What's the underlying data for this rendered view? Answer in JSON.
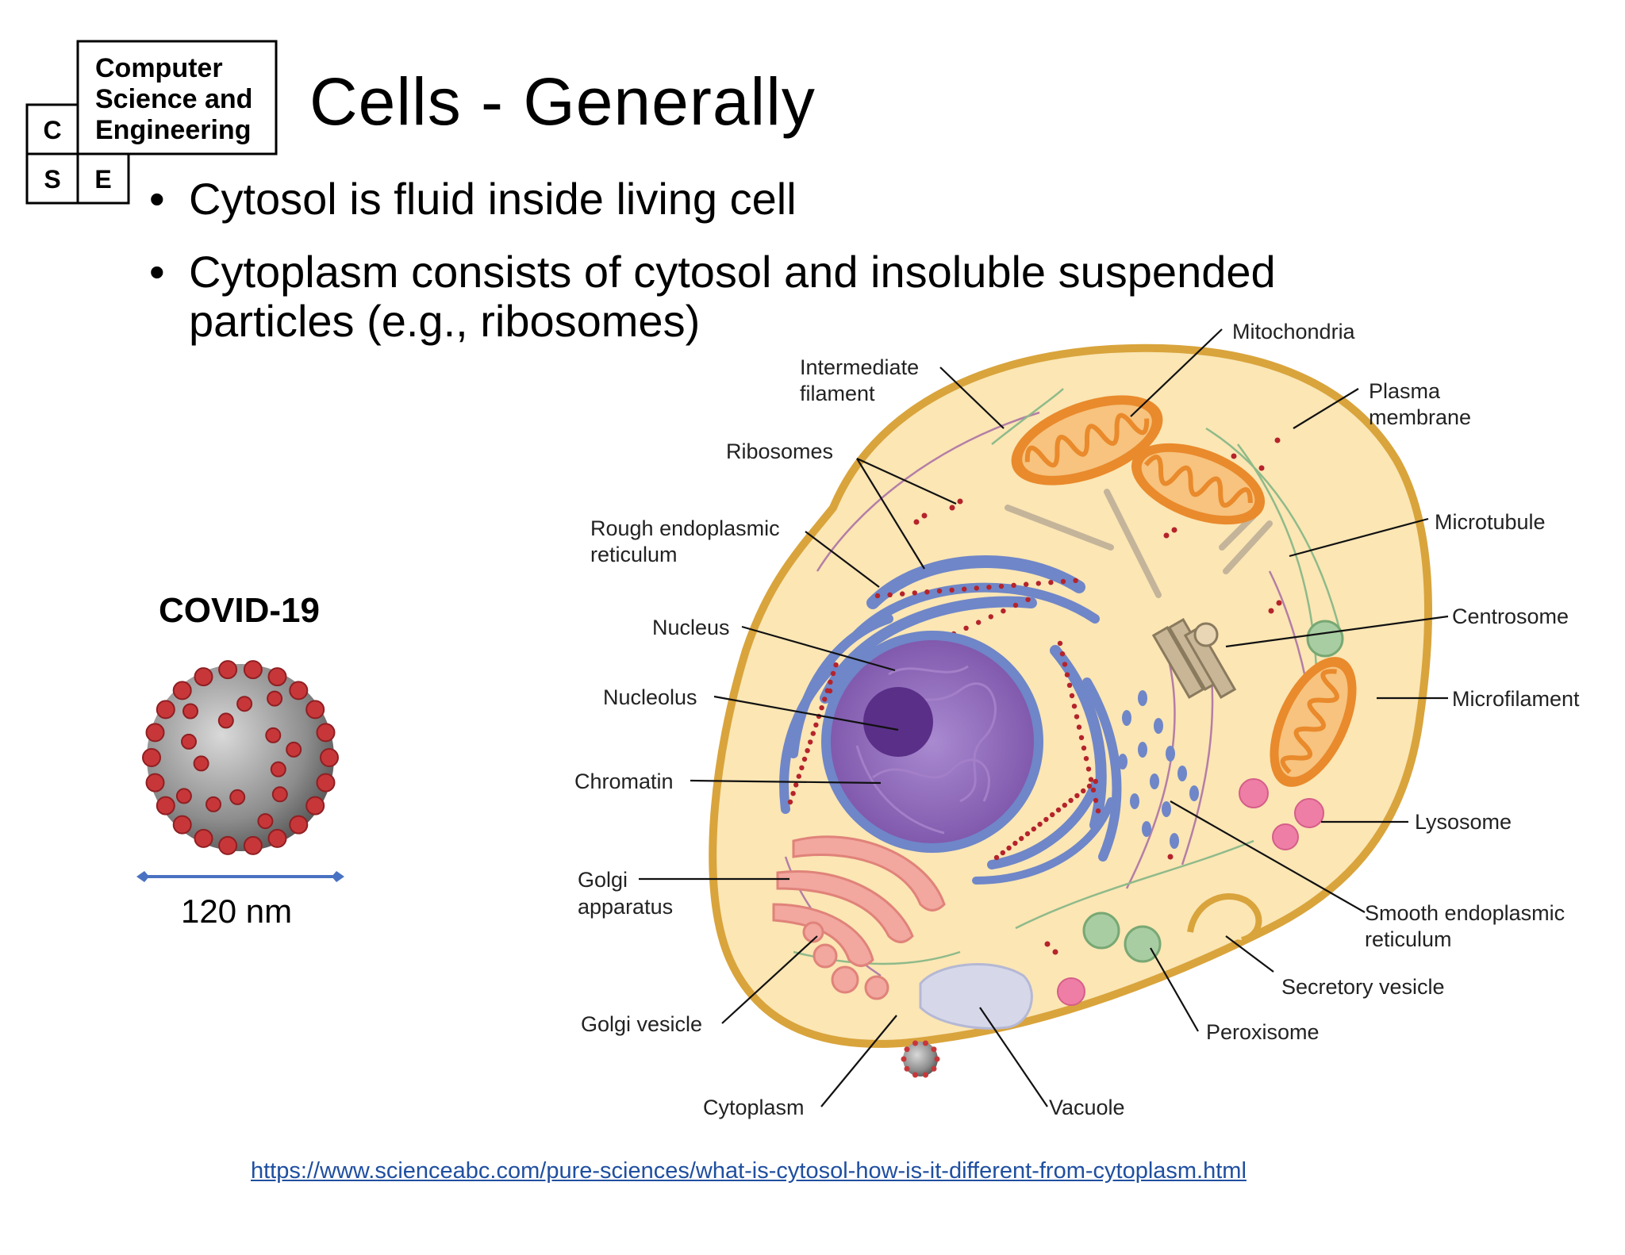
{
  "logo": {
    "text_lines": [
      "Computer",
      "Science and",
      "Engineering"
    ],
    "letters": [
      "C",
      "S",
      "E"
    ]
  },
  "slide": {
    "title": "Cells - Generally",
    "bullets": [
      "Cytosol is fluid inside living cell",
      "Cytoplasm consists of cytosol and insoluble suspended particles (e.g., ribosomes)"
    ],
    "bullet_symbol": "•"
  },
  "covid": {
    "title": "COVID-19",
    "scale_label": "120 nm"
  },
  "cell_diagram": {
    "labels": {
      "mitochondria": "Mitochondria",
      "intermediate_filament": [
        "Intermediate",
        "filament"
      ],
      "plasma_membrane": [
        "Plasma",
        "membrane"
      ],
      "ribosomes": "Ribosomes",
      "rough_er": [
        "Rough endoplasmic",
        "reticulum"
      ],
      "microtubule": "Microtubule",
      "centrosome": "Centrosome",
      "nucleus": "Nucleus",
      "nucleolus": "Nucleolus",
      "microfilament": "Microfilament",
      "chromatin": "Chromatin",
      "lysosome": "Lysosome",
      "golgi_apparatus": [
        "Golgi",
        "apparatus"
      ],
      "smooth_er": [
        "Smooth endoplasmic",
        "reticulum"
      ],
      "secretory_vesicle": "Secretory vesicle",
      "golgi_vesicle": "Golgi vesicle",
      "peroxisome": "Peroxisome",
      "cytoplasm": "Cytoplasm",
      "vacuole": "Vacuole"
    }
  },
  "source": {
    "url_text": "https://www.scienceabc.com/pure-sciences/what-is-cytosol-how-is-it-different-from-cytoplasm.html"
  },
  "colors": {
    "cytoplasm_fill": "#fbe6b4",
    "membrane": "#d9a43c",
    "nucleus": "#8c63b4",
    "er": "#6f86c8",
    "ribosome_dot": "#b5232b",
    "mitochondria": "#e98a2c",
    "golgi": "#f2a79f",
    "lysosome": "#ef7ea6",
    "peroxisome": "#8fba8a",
    "vacuole": "#d6d8ea",
    "link": "#1f4fa0"
  }
}
